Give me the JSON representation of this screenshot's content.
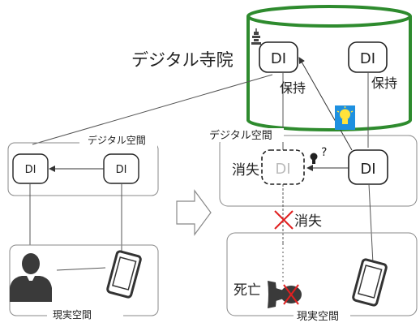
{
  "temple": {
    "label": "デジタル寺院",
    "di_left": "DI",
    "di_right": "DI",
    "hold_left": "保持",
    "hold_right": "保持"
  },
  "left": {
    "digital_space_label": "デジタル空間",
    "di_left": "DI",
    "di_right": "DI",
    "real_space_label": "現実空間"
  },
  "right": {
    "digital_space_label": "デジタル空間",
    "lost_label": "消失",
    "di_lost": "DI",
    "question_mark": "?",
    "di_active": "DI",
    "link_lost_label": "消失",
    "death_label": "死亡",
    "real_space_label": "現実空間"
  },
  "colors": {
    "temple_green": "#2e8b2e",
    "cross_red": "#e02020",
    "bulb_bg": "#1e90e0",
    "bulb_yellow": "#ffe23a"
  }
}
